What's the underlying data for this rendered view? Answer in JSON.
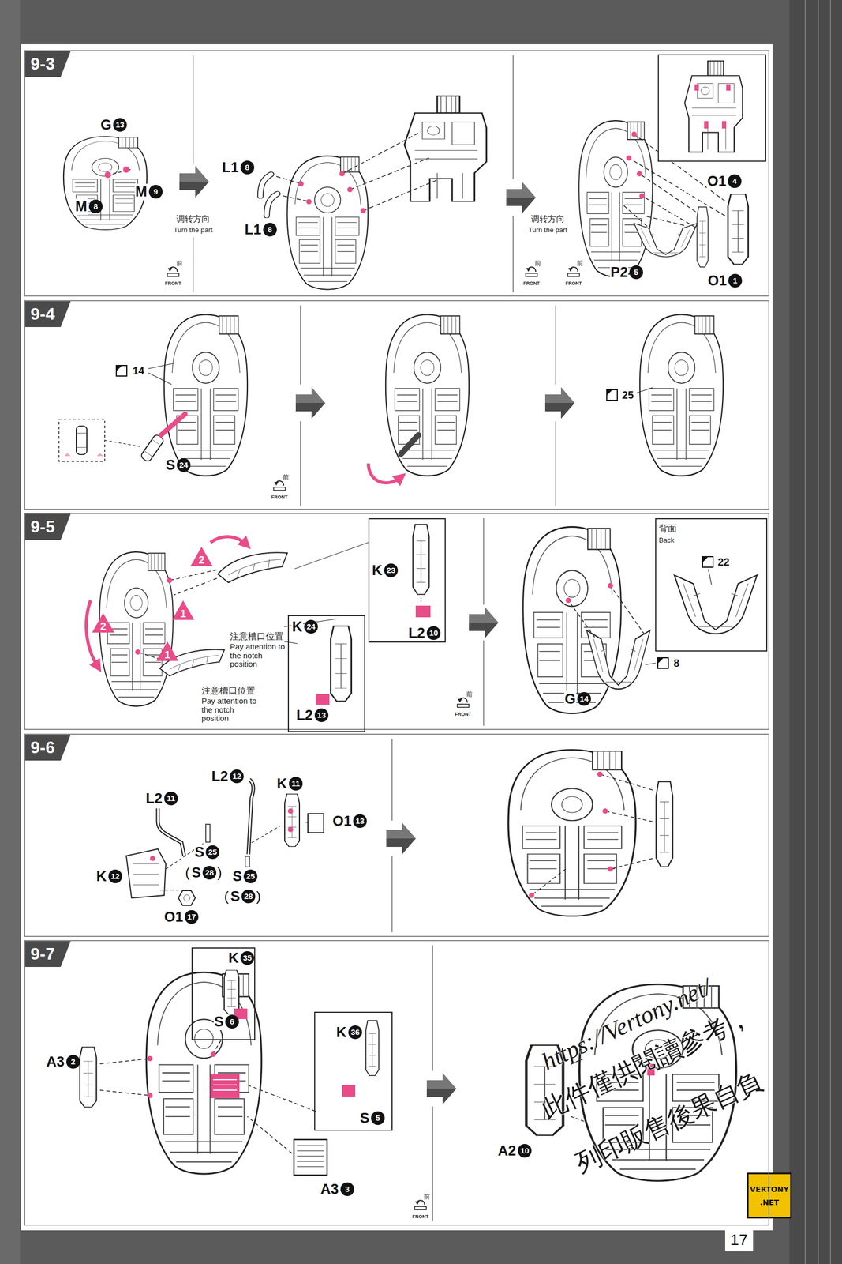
{
  "diagram": {
    "nodes": [
      {
        "text": [
          "9-3"
        ]
      },
      {
        "text": [
          "9-4"
        ]
      },
      {
        "text": [
          "9-5"
        ]
      },
      {
        "text": [
          "K",
          "23",
          "L2",
          "10"
        ],
        "in": 2
      },
      {
        "text": [
          "K",
          "24",
          "L2",
          "13"
        ],
        "in": 2
      },
      {
        "text": [
          "背面",
          "Back",
          "22"
        ],
        "in": 2
      },
      {
        "text": [
          "9-6"
        ]
      },
      {
        "text": [
          "9-7"
        ]
      },
      {
        "text": [
          "K",
          "35",
          "S",
          "6"
        ],
        "in": 7
      },
      {
        "text": [
          "K",
          "36",
          "S",
          "5"
        ],
        "in": 7
      }
    ],
    "labels": [
      "G",
      "13",
      "M",
      "9",
      "M",
      "8",
      "L1",
      "8",
      "调转方向",
      "Turn the part",
      "L1",
      "8",
      "前",
      "FRONT",
      "O1",
      "4",
      "调转方向",
      "Turn the part",
      "前",
      "FRONT",
      "前",
      "FRONT",
      "P2",
      "5",
      "O1",
      "1",
      "14",
      "S",
      "24",
      "前",
      "FRONT",
      "25",
      "2",
      "1",
      "2",
      "1",
      "注意槽口位置",
      "Pay attention to the notch position",
      "注意槽口位置",
      "Pay attention to the notch position",
      "前",
      "FRONT",
      "8",
      "G",
      "14",
      "L2",
      "12",
      "K",
      "11",
      "L2",
      "11",
      "O1",
      "13",
      "S",
      "25",
      "(",
      "S",
      "28",
      ")",
      "S",
      "25",
      "(",
      "S",
      "28",
      ")",
      "K",
      "12",
      "O1",
      "17",
      "A3",
      "2",
      "A3",
      "3",
      "前",
      "FRONT",
      "A2",
      "10",
      "https://Vertony.net/",
      "此件僅供閱讀參考，",
      "列印販售後果自負",
      "VERTONY",
      ".NET",
      "17"
    ]
  }
}
